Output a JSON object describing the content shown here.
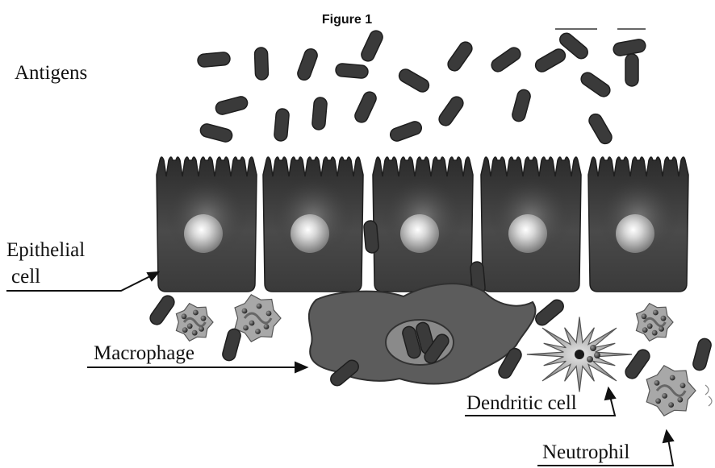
{
  "figure": {
    "title": "Figure 1",
    "labels": {
      "antigens": "Antigens",
      "epithelial_line1": "Epithelial",
      "epithelial_line2": "cell",
      "macrophage": "Macrophage",
      "dendritic": "Dendritic cell",
      "neutrophil": "Neutrophil"
    },
    "colors": {
      "antigen": "#3a3a3a",
      "epithelial_top": "#2e2e2e",
      "epithelial_bottom": "#555555",
      "nucleus": "#d8d8d8",
      "macrophage": "#5c5c5c",
      "dendritic": "#8a8a8a",
      "neutrophil": "#aaaaaa"
    }
  }
}
